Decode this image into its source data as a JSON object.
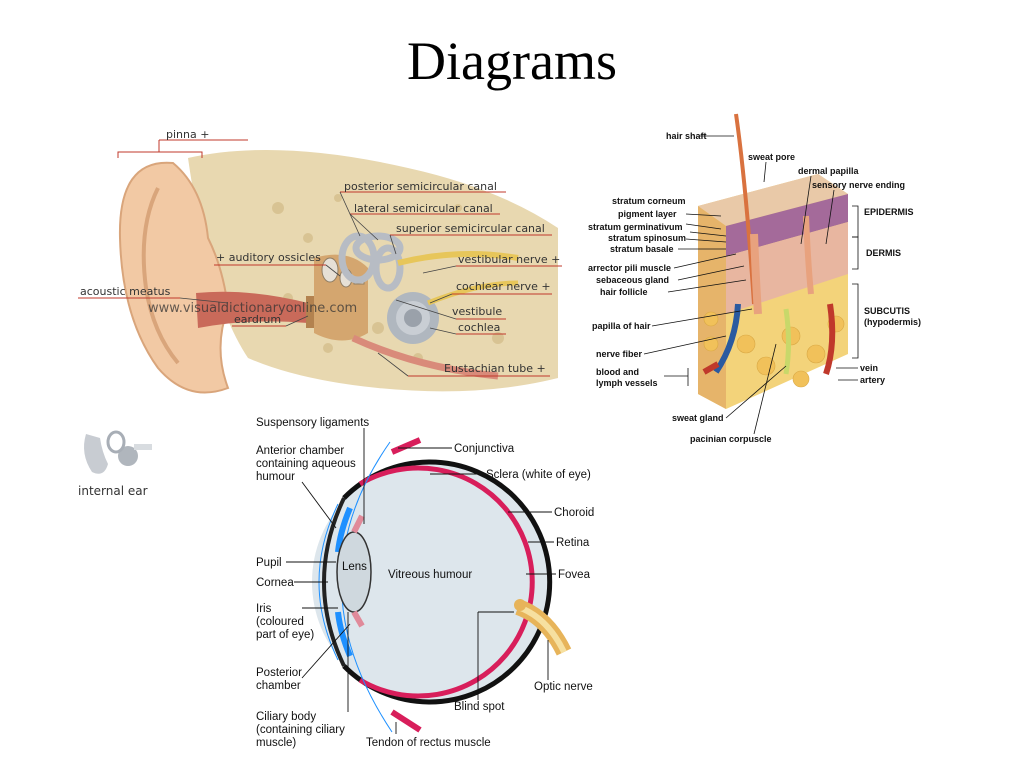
{
  "slide": {
    "title": "Diagrams"
  },
  "ear": {
    "watermark": "www.visualdictionaryonline.com",
    "thumb_caption": "internal ear",
    "labels": {
      "pinna": "pinna +",
      "posterior": "posterior semicircular canal",
      "lateral": "lateral semicircular canal",
      "superior": "superior semicircular canal",
      "ossicles": "+ auditory ossicles",
      "vestibular_nerve": "vestibular nerve +",
      "acoustic": "acoustic meatus",
      "cochlear_nerve": "cochlear nerve +",
      "vestibule": "vestibule",
      "eardrum": "eardrum",
      "cochlea": "cochlea",
      "eustachian": "Eustachian tube +"
    }
  },
  "skin": {
    "labels": {
      "hair_shaft": "hair shaft",
      "sweat_pore": "sweat pore",
      "dermal_papilla": "dermal papilla",
      "sensory_nerve": "sensory nerve ending",
      "stratum_corneum": "stratum corneum",
      "pigment_layer": "pigment layer",
      "stratum_germinativum": "stratum germinativum",
      "stratum_spinosum": "stratum spinosum",
      "stratum_basale": "stratum basale",
      "arrector": "arrector pili muscle",
      "sebaceous": "sebaceous gland",
      "hair_follicle": "hair follicle",
      "papilla_hair": "papilla of hair",
      "nerve_fiber": "nerve fiber",
      "blood_lymph_1": "blood and",
      "blood_lymph_2": "lymph vessels",
      "sweat_gland": "sweat gland",
      "pacinian": "pacinian corpuscle",
      "epidermis": "EPIDERMIS",
      "dermis": "DERMIS",
      "subcutis": "SUBCUTIS",
      "hypodermis": "(hypodermis)",
      "vein": "vein",
      "artery": "artery"
    }
  },
  "eye": {
    "labels": {
      "suspensory": "Suspensory ligaments",
      "anterior_1": "Anterior chamber",
      "anterior_2": "containing aqueous",
      "anterior_3": "humour",
      "conjunctiva": "Conjunctiva",
      "sclera": "Sclera (white of eye)",
      "choroid": "Choroid",
      "retina": "Retina",
      "fovea": "Fovea",
      "pupil": "Pupil",
      "lens": "Lens",
      "vitreous": "Vitreous humour",
      "cornea": "Cornea",
      "iris_1": "Iris",
      "iris_2": "(coloured",
      "iris_3": "part of eye)",
      "posterior_1": "Posterior",
      "posterior_2": "chamber",
      "ciliary_1": "Ciliary body",
      "ciliary_2": "(containing ciliary",
      "ciliary_3": "muscle)",
      "blind_spot": "Blind spot",
      "optic_nerve": "Optic nerve",
      "tendon": "Tendon of rectus muscle"
    }
  },
  "colors": {
    "label_rule": "#c0392b",
    "sclera": "#111111",
    "choroid": "#d81e5b",
    "lens": "#cfd8de",
    "cornea_tint": "#1e90ff"
  }
}
